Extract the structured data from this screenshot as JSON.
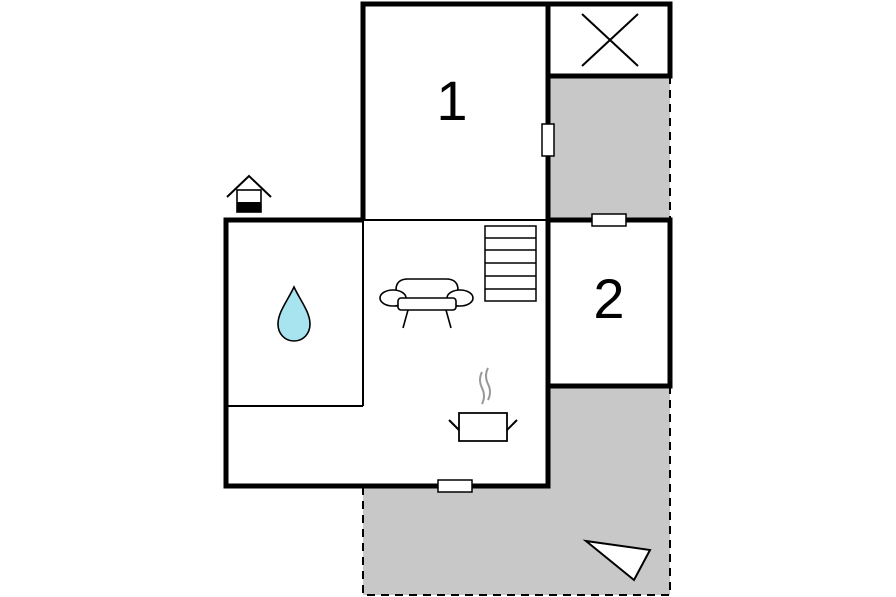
{
  "floorplan": {
    "rooms": [
      {
        "id": "bedroom",
        "label": "1"
      },
      {
        "id": "bedroom",
        "label": "2"
      }
    ],
    "icons": [
      "well-house-icon",
      "water-drop-icon",
      "sofa-icon",
      "staircase-icon",
      "cooking-pot-icon",
      "compass-arrow-icon",
      "crossed-box-icon"
    ],
    "colors": {
      "wall": "#000000",
      "terrace": "#c8c8c8",
      "water": "#a8e4f0",
      "stair_lines": "#000000"
    }
  }
}
